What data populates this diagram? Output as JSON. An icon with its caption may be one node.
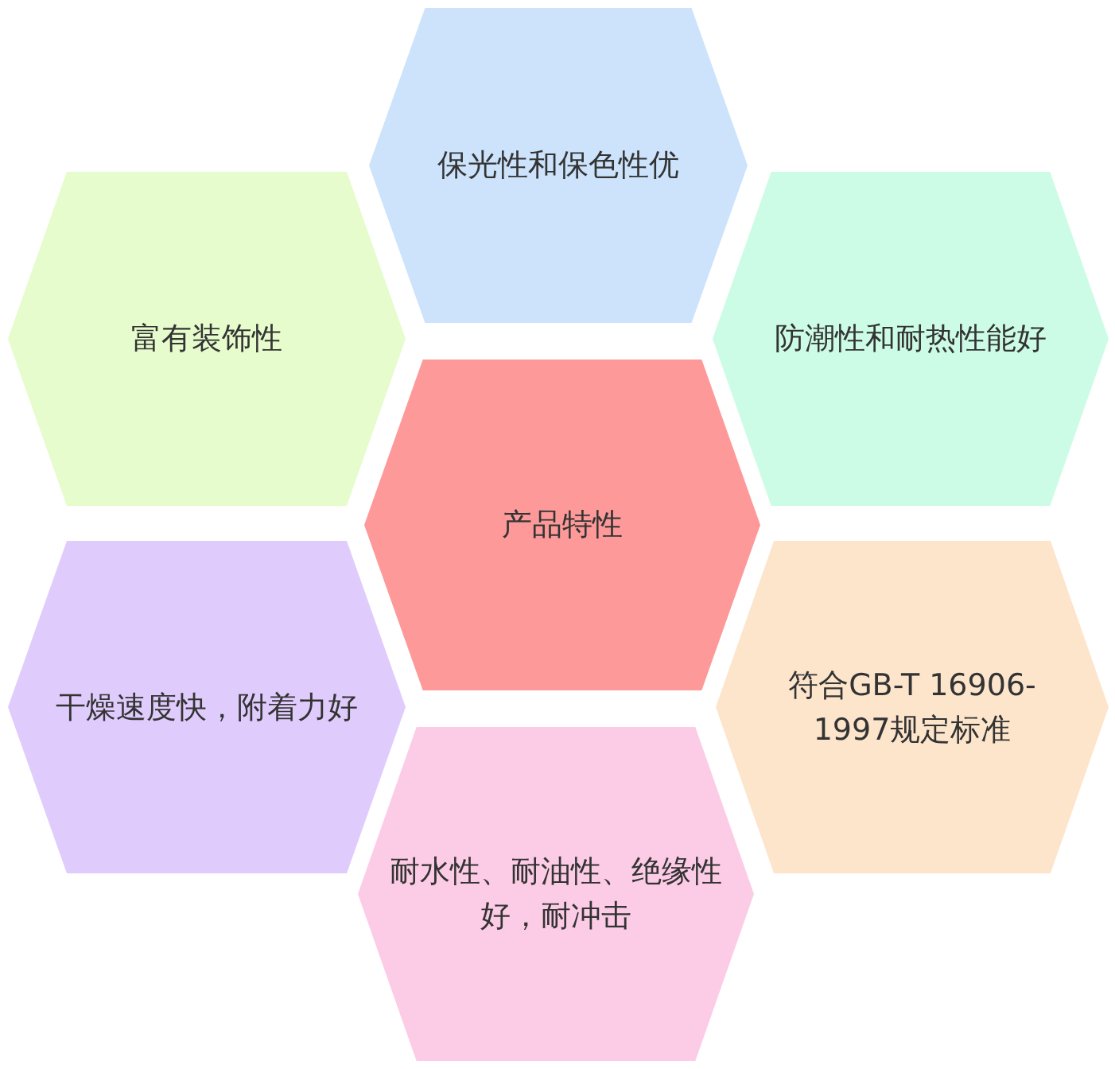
{
  "diagram": {
    "nodes": [
      {
        "text": [
          "保光性和保色性优"
        ]
      },
      {
        "text": [
          "富有装饰性"
        ]
      },
      {
        "text": [
          "防潮性和耐热性能好"
        ]
      },
      {
        "text": [
          "产品特性"
        ]
      },
      {
        "text": [
          "干燥速度快，附着力好"
        ]
      },
      {
        "text": [
          "符合GB-T 16906-1997规定标准"
        ]
      },
      {
        "text": [
          "耐水性、耐油性、绝缘性好，耐冲击"
        ]
      }
    ]
  }
}
